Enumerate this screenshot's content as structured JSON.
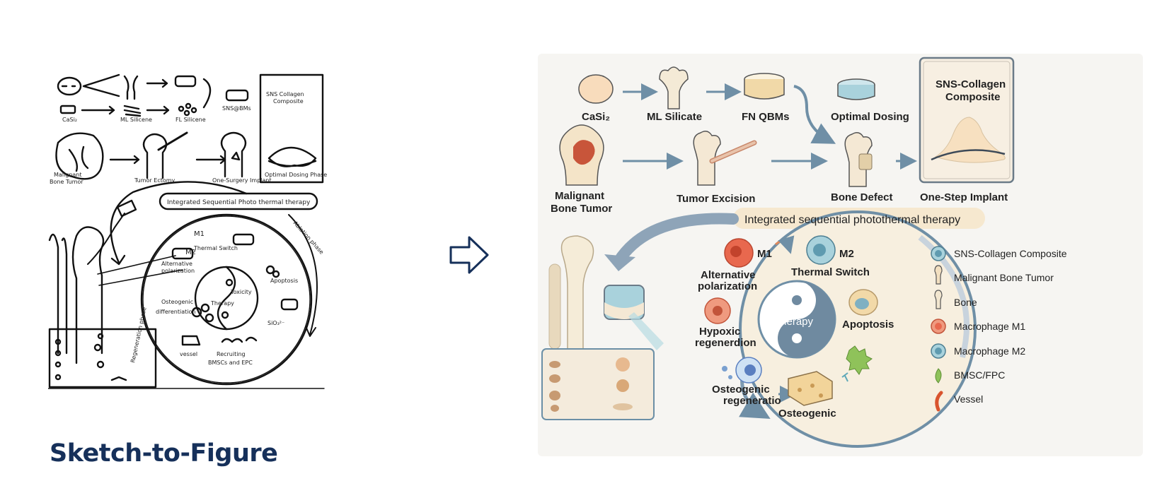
{
  "figure_title": "Sketch-to-Figure",
  "sketch": {
    "labels": {
      "casi": "CaSi₂",
      "ml_silicene": "ML Silicene",
      "fl_silicene": "FL Silicene",
      "sns_qbms": "SNS@BMs",
      "sns_collagen": "SNS Collagen",
      "composite": "Composite",
      "malignant": "Malignant",
      "bone_tumor": "Bone Tumor",
      "tumor_ectomy": "Tumor Ectomy",
      "one_surgery": "One-Surgery Implant",
      "optimal_dosing": "Optimal Dosing Phase",
      "integrated": "Integrated Sequential Photo thermal therapy",
      "ablation_phase": "Ablation phase",
      "regeneration_phase": "Regeneration phase",
      "m1": "M1",
      "m2": "M2",
      "thermal_switch": "Thermal Switch",
      "alternative": "Alternative",
      "polarization": "polarization",
      "toxicity": "Toxicity",
      "therapy": "Therapy",
      "apoptosis": "Apoptosis",
      "osteogenic": "Osteogenic",
      "differentiation": "differentiation",
      "sio3": "SiO₃²⁻",
      "recruiting": "Recruiting",
      "bmscs": "BMSCs and EPC",
      "vessel": "vessel"
    }
  },
  "figure": {
    "labels": {
      "casi2": "CaSi₂",
      "ml_silicate": "ML Silicate",
      "fn_qbms": "FN QBMs",
      "optimal_dosing": "Optimal Dosing",
      "sns_collagen_composite_1": "SNS-Collagen",
      "sns_collagen_composite_2": "Composite",
      "malignant_1": "Malignant",
      "malignant_2": "Bone Tumor",
      "tumor_excision": "Tumor Excision",
      "bone_defect": "Bone Defect",
      "one_step_implant": "One-Step Implant",
      "integrated": "Integrated sequential photothermal therapy",
      "m1": "M1",
      "m2": "M2",
      "alternative_1": "Alternative",
      "alternative_2": "polarization",
      "thermal_switch": "Thermal Switch",
      "hypoxic_1": "Hypoxic",
      "hypoxic_2": "regenerdion",
      "therapy": "Therapy",
      "apoptosis": "Apoptosis",
      "osteo_1": "Osteogenic",
      "osteo_2": "regeneratio",
      "osteogenic": "Osteogenic"
    },
    "legend": [
      {
        "label": "SNS-Collagen Composite",
        "icon": "sns-collagen-icon",
        "color": "#6fa8b8"
      },
      {
        "label": "Malignant Bone Tumor",
        "icon": "malignant-bone-icon",
        "color": "#f2dfc0"
      },
      {
        "label": "Bone",
        "icon": "bone-icon",
        "color": "#f2e6cf"
      },
      {
        "label": "Macrophage M1",
        "icon": "macrophage-m1-icon",
        "color": "#e8684e"
      },
      {
        "label": "Macrophage M2",
        "icon": "macrophage-m2-icon",
        "color": "#5f9bb0"
      },
      {
        "label": "BMSC/FPC",
        "icon": "bmsc-icon",
        "color": "#8fc25a"
      },
      {
        "label": "Vessel",
        "icon": "vessel-icon",
        "color": "#d9542e"
      }
    ]
  }
}
